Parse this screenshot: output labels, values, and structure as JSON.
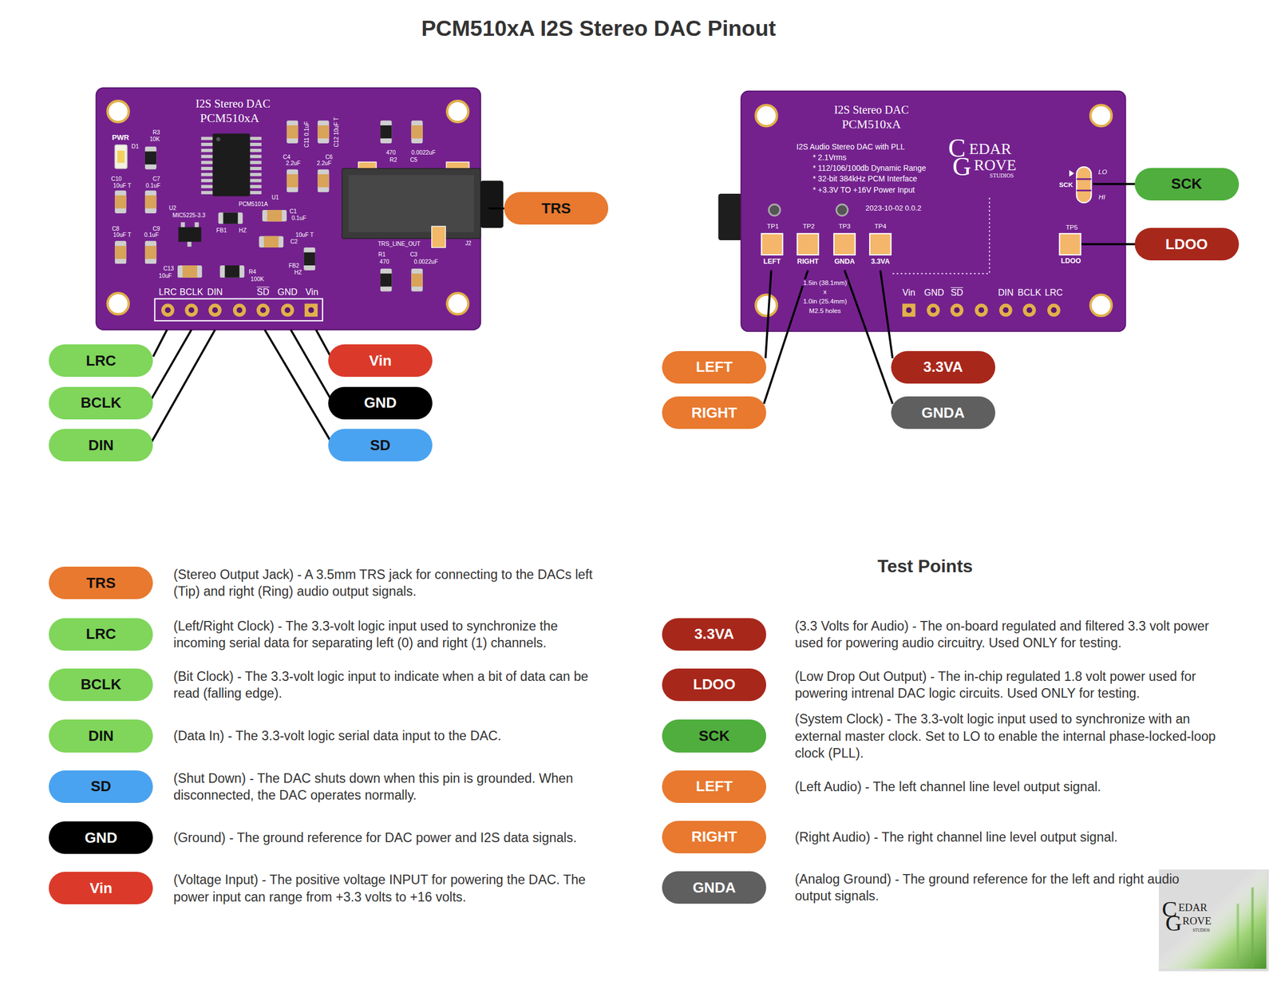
{
  "diagram": {
    "title": "PCM510xA I2S Stereo DAC Pinout",
    "nodes": [
      {
        "text": [
          "TRS"
        ]
      },
      {
        "text": [
          "LRC"
        ]
      },
      {
        "text": [
          "BCLK"
        ]
      },
      {
        "text": [
          "DIN"
        ]
      },
      {
        "text": [
          "Vin"
        ]
      },
      {
        "text": [
          "GND"
        ]
      },
      {
        "text": [
          "SD"
        ]
      },
      {
        "text": [
          "SCK"
        ]
      },
      {
        "text": [
          "LDOO"
        ]
      },
      {
        "text": [
          "LEFT"
        ]
      },
      {
        "text": [
          "RIGHT"
        ]
      },
      {
        "text": [
          "3.3VA"
        ]
      },
      {
        "text": [
          "GNDA"
        ]
      },
      {
        "text": [
          "TRS"
        ]
      },
      {
        "text": [
          "LRC"
        ]
      },
      {
        "text": [
          "BCLK"
        ]
      },
      {
        "text": [
          "DIN"
        ]
      },
      {
        "text": [
          "SD"
        ]
      },
      {
        "text": [
          "GND"
        ]
      },
      {
        "text": [
          "Vin"
        ]
      },
      {
        "text": [
          "3.3VA"
        ]
      },
      {
        "text": [
          "LDOO"
        ]
      },
      {
        "text": [
          "SCK"
        ]
      },
      {
        "text": [
          "LEFT"
        ]
      },
      {
        "text": [
          "RIGHT"
        ]
      },
      {
        "text": [
          "GNDA"
        ]
      }
    ],
    "labels": [
      "I2S Stereo DAC",
      "PCM510xA",
      "PWR",
      "D1",
      "R3",
      "10K",
      "C10",
      "10uF T",
      "C7",
      "0.1uF",
      "U2",
      "MIC5225-3.3",
      "C8",
      "10uF T",
      "C9",
      "0.1uF",
      "C13",
      "10uF",
      "FB1",
      "HZ",
      "R4",
      "100K",
      "PCM5101A",
      "U1",
      "C1",
      "0.1uF",
      "C4",
      "2.2uF",
      "C11 0.1uF",
      "C6",
      "2.2uF",
      "C12 10uF T",
      "470",
      "R2",
      "0.0022uF",
      "C5",
      "10uF T",
      "C2",
      "FB2",
      "HZ",
      "TRS_LINE_OUT",
      "J2",
      "R1",
      "470",
      "C3",
      "0.0022uF",
      "LRC",
      "BCLK",
      "DIN",
      "SD",
      "GND",
      "Vin",
      "I2S Stereo DAC",
      "PCM510xA",
      "I2S Audio Stereo DAC with PLL",
      "* 2.1Vrms",
      "* 112/106/100db Dynamic Range",
      "* 32-bit 384kHz PCM Interface",
      "* +3.3V TO +16V Power Input",
      "C",
      "EDAR",
      "G",
      "ROVE",
      "STUDIOS",
      "2023-10-02 0.0.2",
      "TP1",
      "TP2",
      "TP3",
      "TP4",
      "LEFT",
      "RIGHT",
      "GNDA",
      "3.3VA",
      "TP5",
      "LDOO",
      "SCK",
      "LO",
      "HI",
      "1.5in (38.1mm)",
      "x",
      "1.0in (25.4mm)",
      "M2.5 holes",
      "Vin",
      "GND",
      "SD",
      "DIN",
      "BCLK",
      "LRC",
      "Test Points",
      "(Stereo Output Jack) - A 3.5mm TRS jack for connecting to the DACs left (Tip) and right (Ring) audio output signals.",
      "(Left/Right Clock) - The 3.3-volt logic input used to synchronize the incoming serial data for separating left (0) and right (1) channels.",
      "(Bit Clock) - The 3.3-volt logic input to indicate when a bit of data can be read (falling edge).",
      "(Data In) - The 3.3-volt logic serial data input to the DAC.",
      "(Shut Down) - The DAC shuts down when this pin is grounded. When disconnected, the DAC operates normally.",
      "(Ground) - The ground reference for DAC power and I2S data signals.",
      "(Voltage Input) - The positive voltage INPUT for powering the DAC. The power input can range from +3.3 volts to +16 volts.",
      "(3.3 Volts for Audio) - The on-board regulated and filtered 3.3 volt power used for powering audio circuitry. Used ONLY for testing.",
      "(Low Drop Out Output) - The in-chip regulated 1.8 volt power used for powering intrenal DAC logic circuits. Used ONLY for testing.",
      "(System Clock) - The 3.3-volt logic input used to synchronize with an external master clock. Set to LO to enable the internal phase-locked-loop clock (PLL).",
      "(Left Audio) - The left channel line level output signal.",
      "(Right Audio) - The right channel line level output signal.",
      "(Analog Ground) - The ground reference for the left and right audio output signals.",
      "C",
      "EDAR",
      "G",
      "ROVE",
      "STUDIOS"
    ]
  }
}
